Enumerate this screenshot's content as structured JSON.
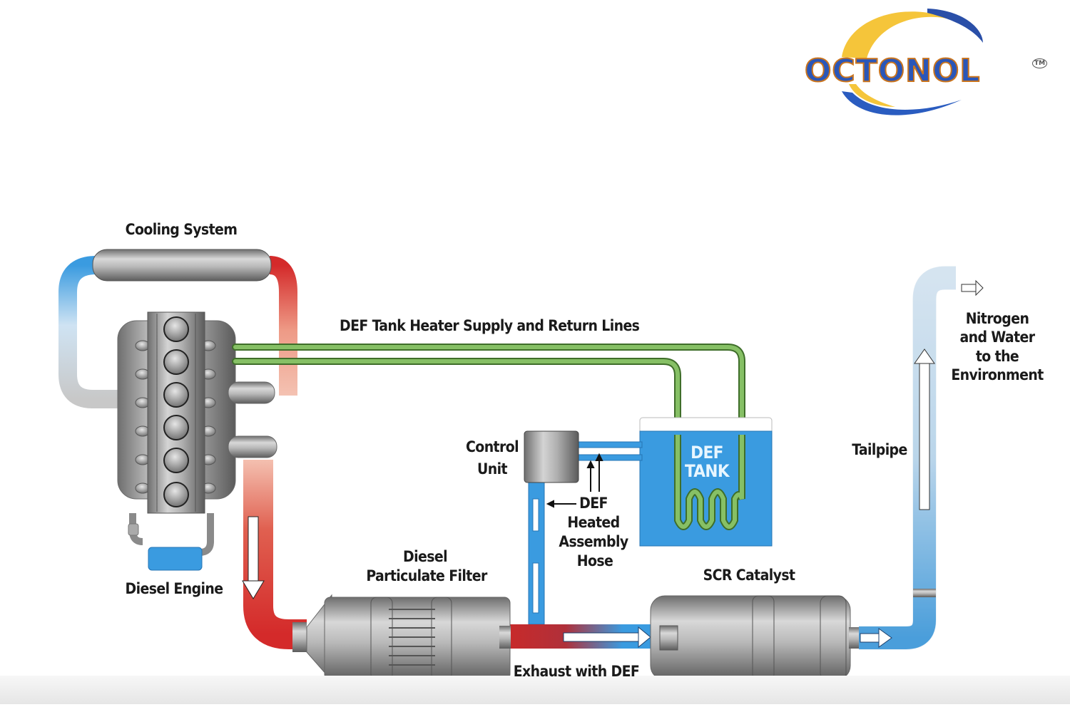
{
  "logo": {
    "brand": "OCTONOL",
    "trademark": "TM",
    "colors": {
      "text_fill": "#2a56b8",
      "text_outline": "#c9741e",
      "swoosh_yellow": "#f5c53a",
      "swoosh_blue": "#2a4fa8"
    }
  },
  "labels": {
    "cooling_system": "Cooling System",
    "def_lines": "DEF Tank Heater Supply and Return Lines",
    "diesel_engine": "Diesel Engine",
    "control_unit_1": "Control",
    "control_unit_2": "Unit",
    "def_tank_1": "DEF",
    "def_tank_2": "TANK",
    "hose_1": "DEF",
    "hose_2": "Heated",
    "hose_3": "Assembly",
    "hose_4": "Hose",
    "dpf_1": "Diesel",
    "dpf_2": "Particulate Filter",
    "scr": "SCR Catalyst",
    "exhaust": "Exhaust with DEF",
    "tailpipe": "Tailpipe",
    "env_1": "Nitrogen",
    "env_2": "and Water",
    "env_3": "to the",
    "env_4": "Environment"
  },
  "colors": {
    "hot": "#d42a2a",
    "cool": "#3a9be0",
    "heater_line": "#7bb85a",
    "metal": "#9a9a9a",
    "def_fluid": "#3a9be0"
  }
}
